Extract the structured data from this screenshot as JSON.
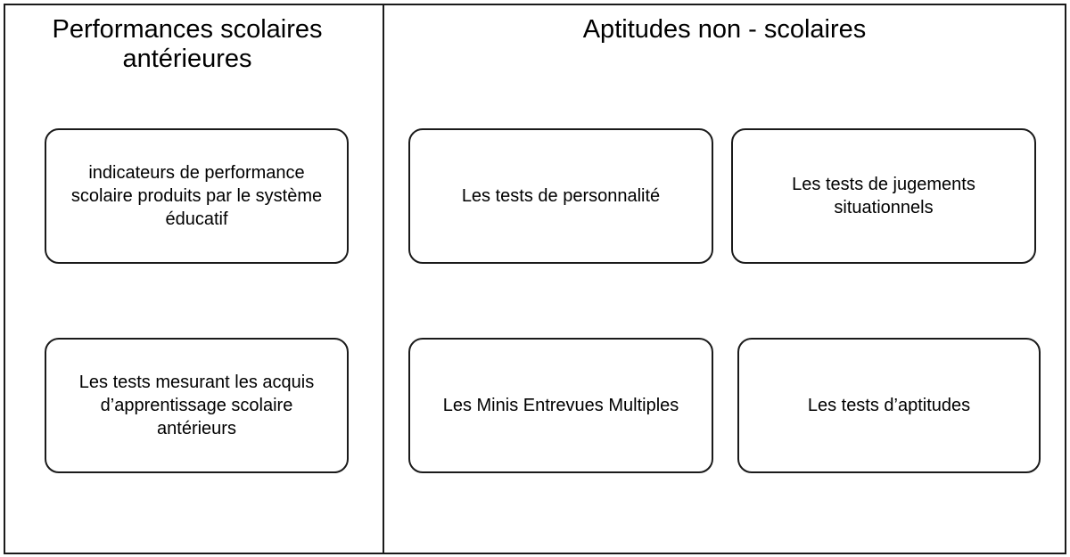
{
  "diagram": {
    "left_column": {
      "title": "Performances scolaires antérieures",
      "boxes": [
        "indicateurs de performance scolaire produits par le système éducatif",
        "Les tests mesurant les acquis d’apprentissage scolaire antérieurs"
      ]
    },
    "right_column": {
      "title": "Aptitudes non - scolaires",
      "boxes": [
        "Les tests de personnalité",
        "Les tests de jugements situationnels",
        "Les Minis Entrevues Multiples",
        "Les tests d’aptitudes"
      ]
    },
    "colors": {
      "stroke": "#1a1a1a",
      "background": "#ffffff",
      "text": "#000000"
    }
  }
}
